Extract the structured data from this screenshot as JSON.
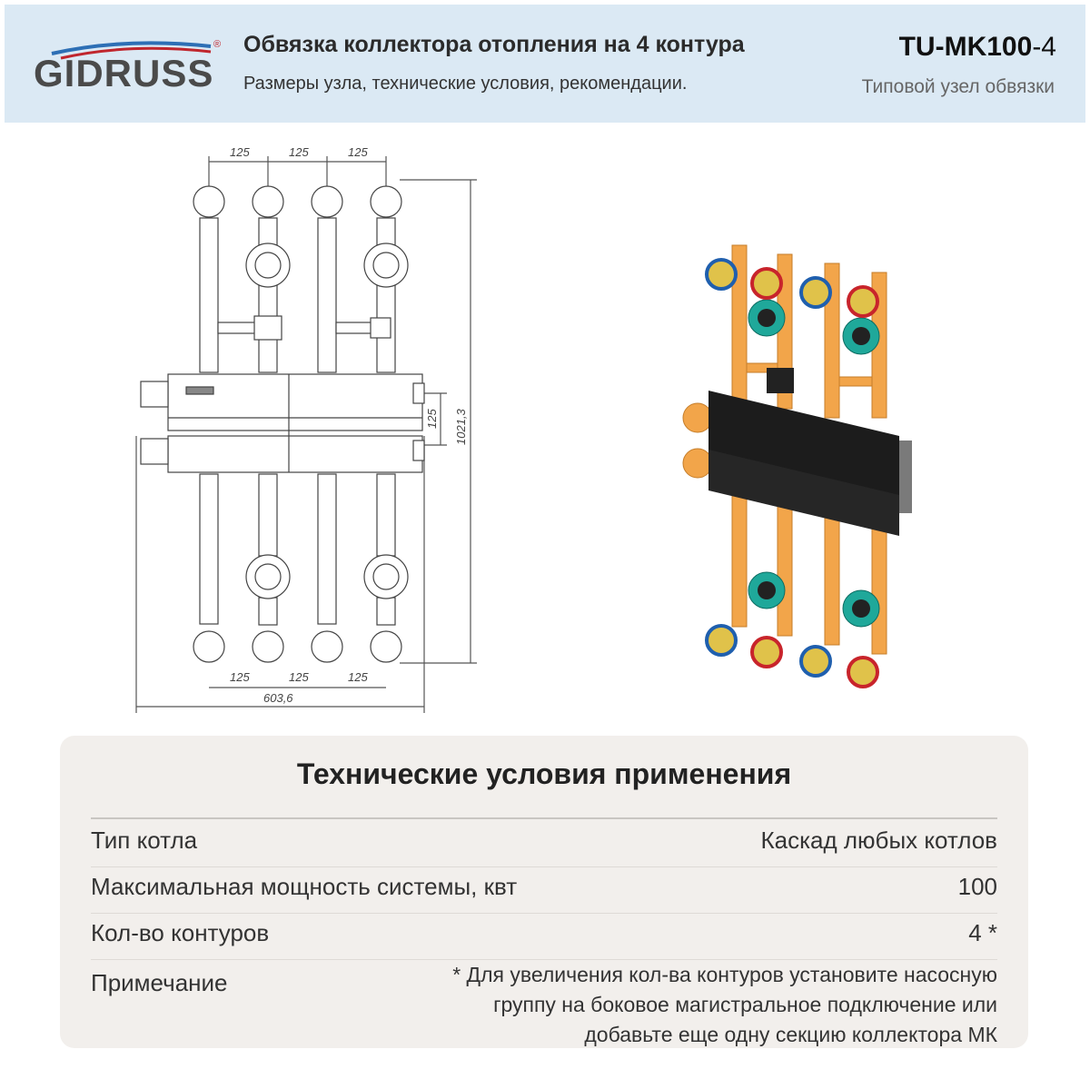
{
  "header": {
    "brand": "GIDRUSS",
    "brand_mark": "®",
    "title": "Обвязка коллектора отопления на 4 контура",
    "subtitle": "Размеры узла, технические условия, рекомендации.",
    "model_main": "TU-MK100",
    "model_suffix": "-4",
    "model_sub": "Типовой узел обвязки"
  },
  "drawing": {
    "dim_top": [
      "125",
      "125",
      "125"
    ],
    "dim_bottom": [
      "125",
      "125",
      "125"
    ],
    "dim_width": "603,6",
    "dim_height": "1021,3",
    "dim_gap": "125"
  },
  "spec": {
    "title": "Технические условия применения",
    "rows": [
      {
        "key": "Тип котла",
        "value": "Каскад любых котлов"
      },
      {
        "key": "Максимальная мощность системы, квт",
        "value": "100"
      },
      {
        "key": "Кол-во контуров",
        "value": "4 *"
      },
      {
        "key": "Примечание",
        "value_lines": [
          "* Для увеличения кол-ва контуров установите насосную",
          "группу на боковое магистральное подключение или",
          "добавьте еще одну секцию коллектора МК"
        ]
      }
    ]
  },
  "colors": {
    "header_bg": "#dbe9f4",
    "spec_bg": "#f2efec",
    "pipe_orange": "#f2a54a",
    "pump_teal": "#1fa89a",
    "cap_blue": "#1f5fae",
    "cap_red": "#c8242b",
    "collector_black": "#1c1c1c"
  }
}
